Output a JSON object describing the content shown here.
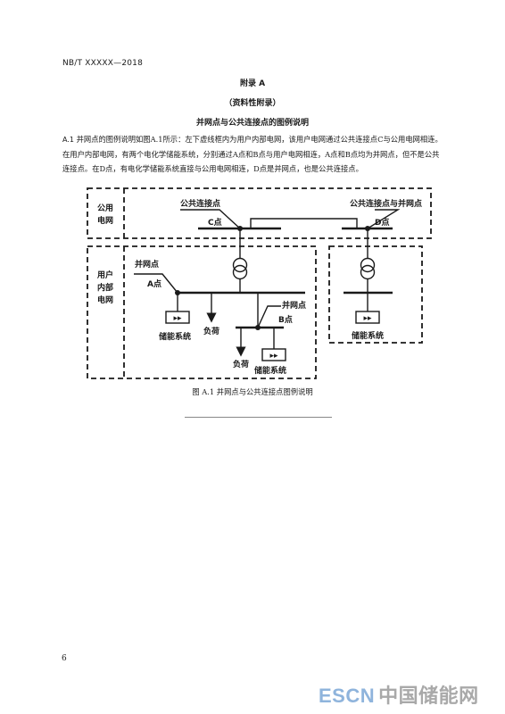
{
  "header": {
    "standard_number": "NB/T XXXXX—2018"
  },
  "appendix": {
    "label": "附录 A",
    "nature": "（资料性附录）",
    "title": "并网点与公共连接点的图例说明"
  },
  "paragraph": {
    "number": "A.1",
    "text": "并网点的图例说明如图A.1所示：左下虚线框内为用户内部电网，该用户电网通过公共连接点C与公用电网相连。在用户内部电网，有两个电化学储能系统，分别通过A点和B点与用户电网相连，A点和B点均为并网点，但不是公共连接点。在D点，有电化学储能系统直接与公用电网相连，D点是并网点，也是公共连接点。"
  },
  "diagram": {
    "public_grid_label_1": "公用",
    "public_grid_label_2": "电网",
    "user_grid_label_1": "用户",
    "user_grid_label_2": "内部",
    "user_grid_label_3": "电网",
    "common_point_label": "公共连接点",
    "c_point_label": "C点",
    "common_and_grid_point_label": "公共连接点与并网点",
    "d_point_label": "D点",
    "grid_point_label_a": "并网点",
    "a_point_label": "A点",
    "grid_point_label_b": "并网点",
    "b_point_label": "B点",
    "storage_label_a": "储能系统",
    "load_label_a": "负荷",
    "load_label_b": "负荷",
    "storage_label_b": "储能系统",
    "storage_label_d": "储能系统",
    "storage_symbol": "▸▸"
  },
  "caption": "图 A.1 并网点与公共连接点图例说明",
  "footer": {
    "page_number": "6"
  },
  "watermark": {
    "en": "ESCN",
    "cn": "中国储能网"
  }
}
